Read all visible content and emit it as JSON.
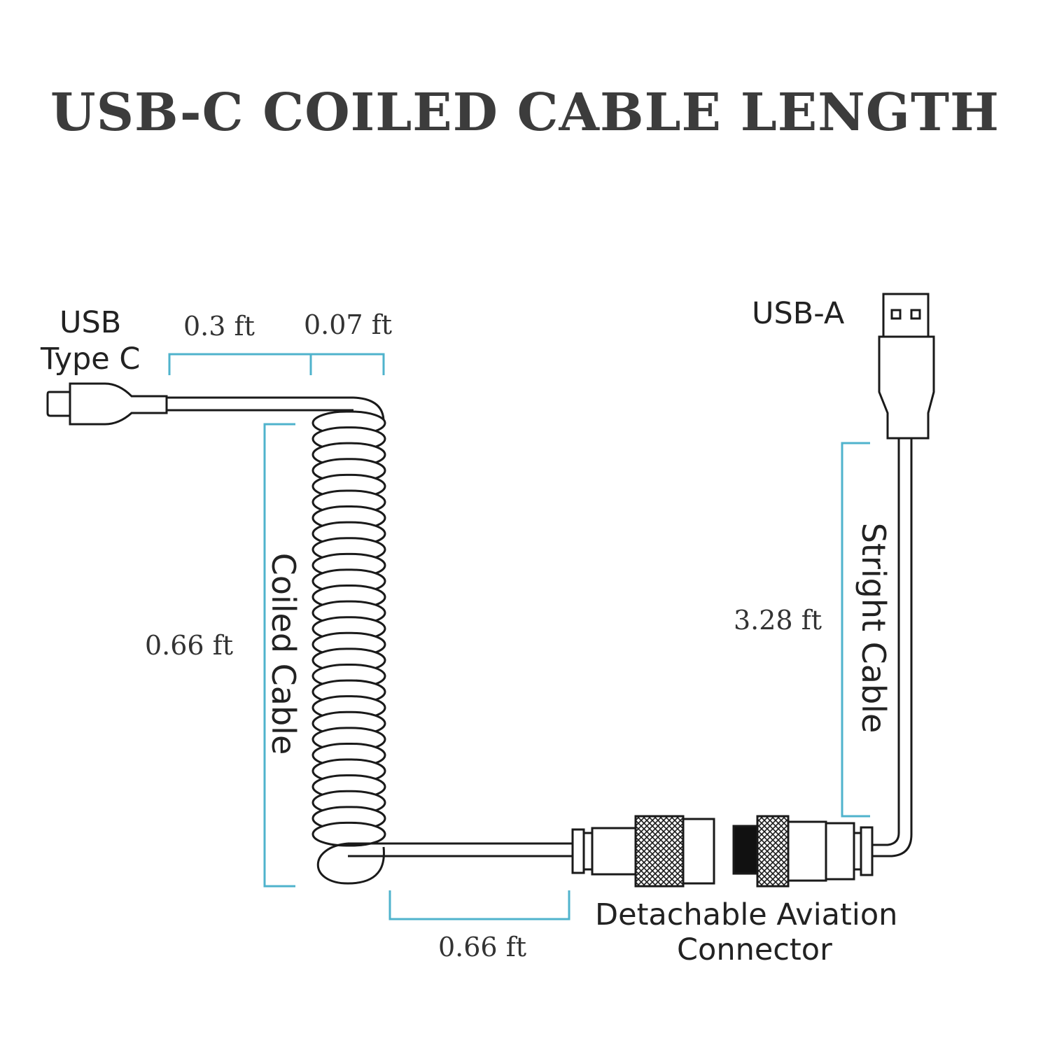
{
  "title": "USB-C COILED CABLE LENGTH",
  "labels": {
    "usb_type_c_line1": "USB",
    "usb_type_c_line2": "Type C",
    "usb_a": "USB-A",
    "coiled_cable": "Coiled Cable",
    "straight_cable": "Stright Cable",
    "connector_line1": "Detachable Aviation",
    "connector_line2": "Connector"
  },
  "measurements": {
    "type_c_lead": "0.3 ft",
    "type_c_bend": "0.07 ft",
    "coiled": "0.66 ft",
    "coil_tail": "0.66 ft",
    "straight": "3.28 ft"
  },
  "colors": {
    "dimension_line": "#4fb3cc",
    "outline": "#1a1a1a",
    "title_text": "#3c3c3c"
  }
}
